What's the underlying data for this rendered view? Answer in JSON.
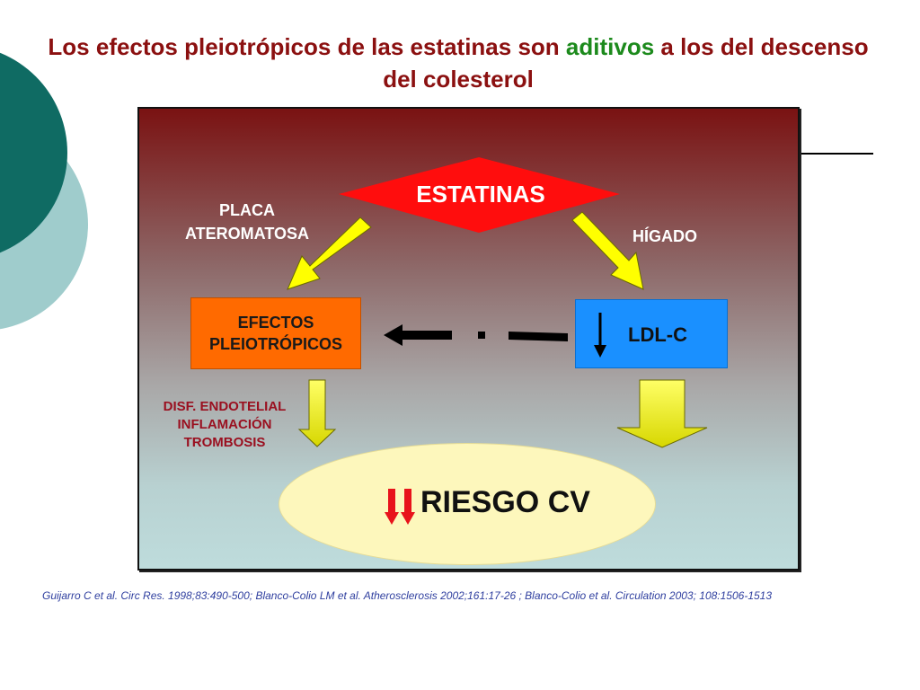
{
  "title": {
    "part1": "Los efectos pleiotrópicos de las estatinas son ",
    "accent": "aditivos",
    "part2": " a los del descenso del colesterol"
  },
  "diagram": {
    "top_node": "ESTATINAS",
    "left_branch_label_line1": "PLACA",
    "left_branch_label_line2": "ATEROMATOSA",
    "right_branch_label": "HÍGADO",
    "left_box_line1": "EFECTOS",
    "left_box_line2": "PLEIOTRÓPICOS",
    "right_box": "LDL-C",
    "effects_line1": "DISF. ENDOTELIAL",
    "effects_line2": "INFLAMACIÓN",
    "effects_line3": "TROMBOSIS",
    "outcome": "RIESGO CV"
  },
  "citation": "Guijarro C et al. Circ Res. 1998;83:490-500;  Blanco-Colio LM et al. Atherosclerosis 2002;161:17-26 ; Blanco-Colio et al. Circulation 2003; 108:1506-1513",
  "colors": {
    "title": "#8b1010",
    "accent": "#1c8a1c",
    "estatinas_diamond": "#ff0d0d",
    "efectos_box": "#ff6a00",
    "ldl_box": "#1a90ff",
    "arrows": "#ffff00",
    "oval": "#fdf7bc",
    "down_arrow": "#e8131b",
    "citation": "#2f3f9f"
  }
}
